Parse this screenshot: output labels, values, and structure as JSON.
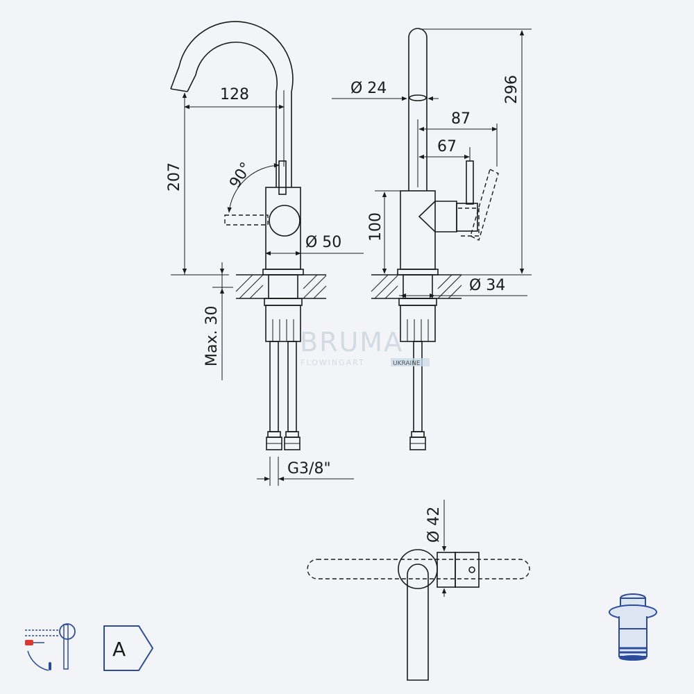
{
  "dimensions": {
    "spout_reach": "128",
    "height_207": "207",
    "lever_angle": "90°",
    "body_diameter": "Ø 50",
    "max_thickness": "Max. 30",
    "connection": "G3/8\"",
    "spout_diameter": "Ø 24",
    "total_height": "296",
    "lever_87": "87",
    "lever_67": "67",
    "body_height": "100",
    "base_diameter": "Ø 34",
    "top_diameter": "Ø 42"
  },
  "watermark": {
    "brand": "BRUMA",
    "tagline": "FLOWINGART",
    "tag_suffix": "UKRAINE"
  },
  "energy_class": "A",
  "colors": {
    "background": "#f2f4f8",
    "line": "#1a1a1a",
    "icon_blue": "#2b4c9b",
    "icon_red": "#d9392f"
  },
  "icons": [
    "hot-cold-lever-icon",
    "energy-class-a-icon",
    "click-clack-waste-icon"
  ]
}
